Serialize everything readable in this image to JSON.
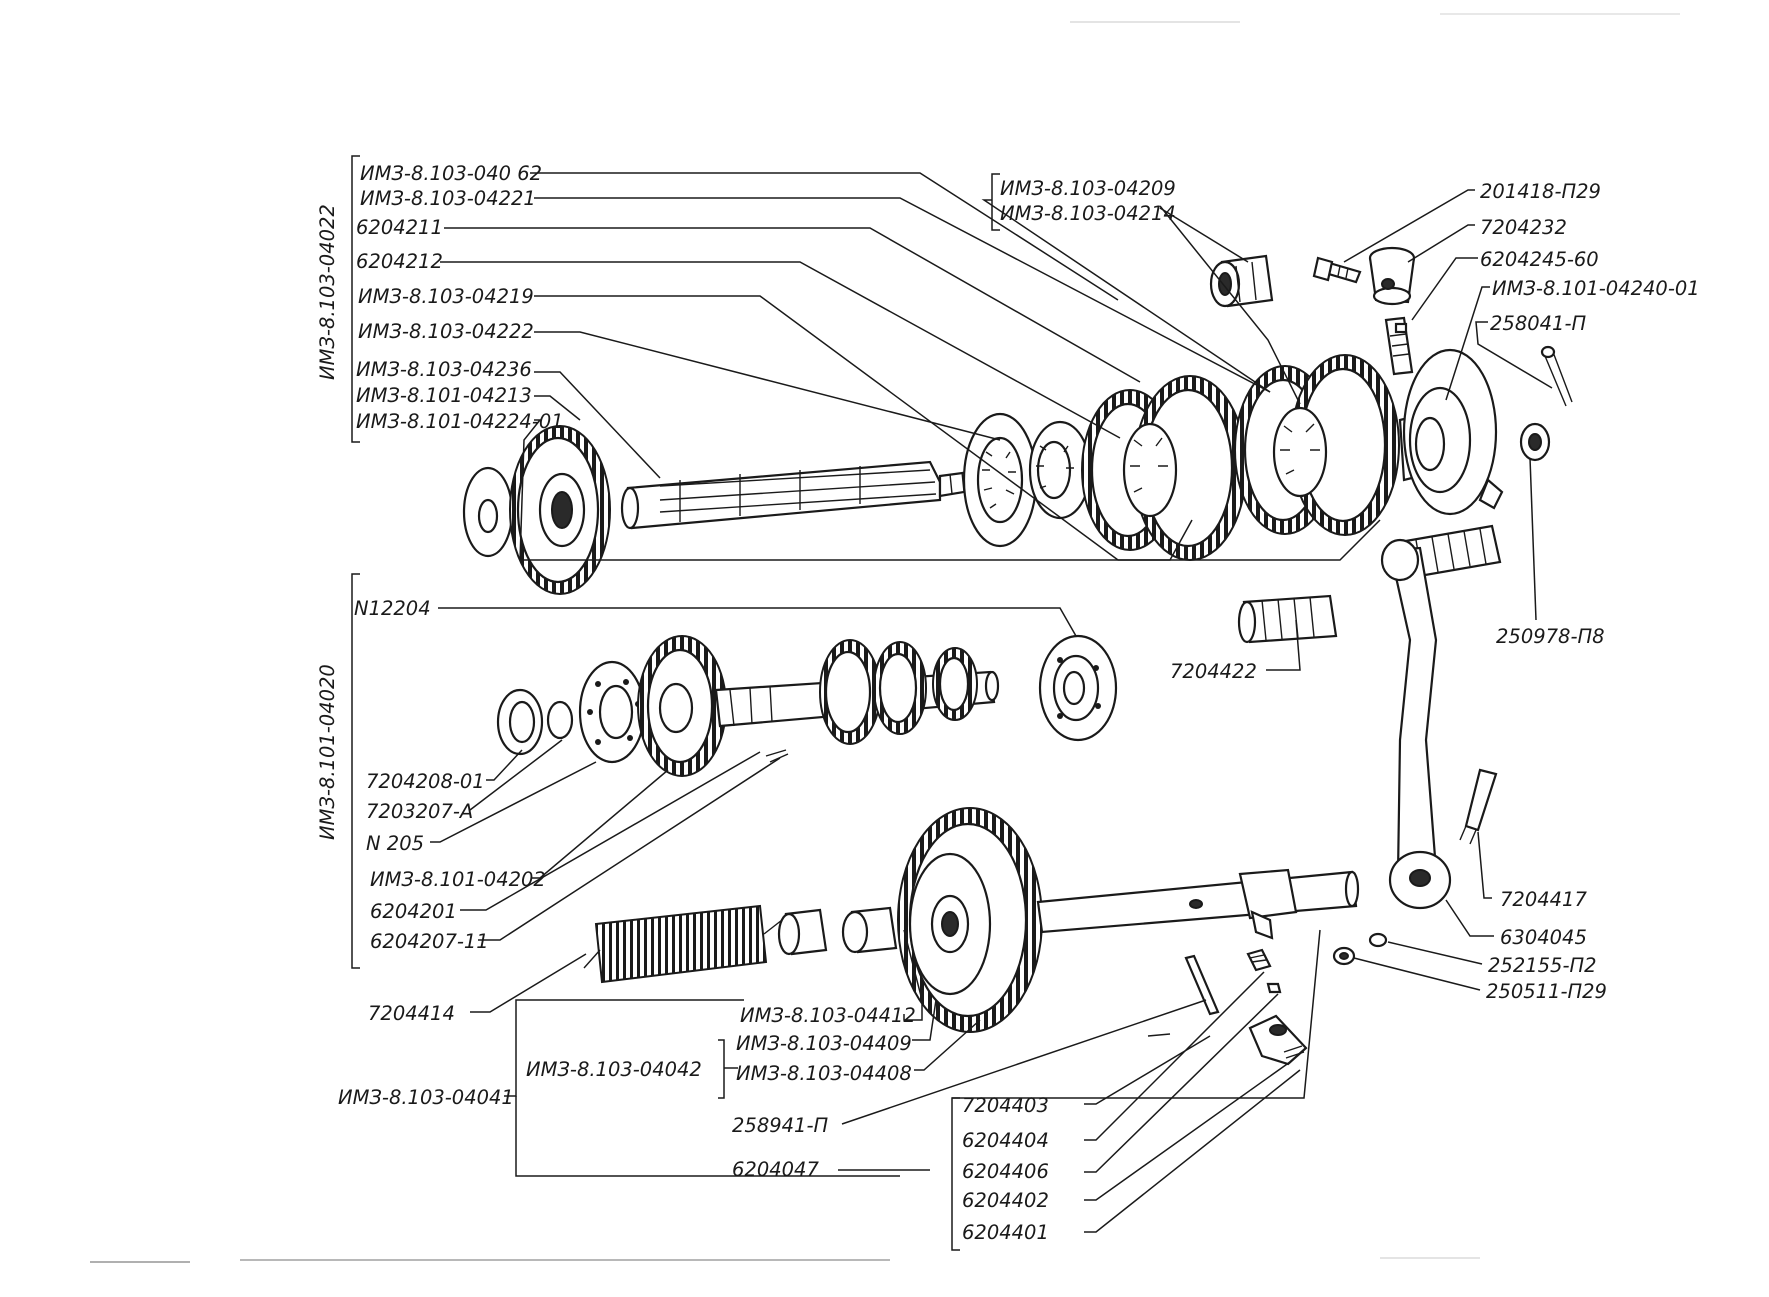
{
  "labels": {
    "izm_8_103_04062": "ИМЗ-8.103-040 62",
    "izm_8_103_04221": "ИМЗ-8.103-04221",
    "p_6204211": "6204211",
    "p_6204212": "6204212",
    "izm_8_103_04219": "ИМЗ-8.103-04219",
    "izm_8_103_04222": "ИМЗ-8.103-04222",
    "izm_8_103_04236": "ИМЗ-8.103-04236",
    "izm_8_101_04213": "ИМЗ-8.101-04213",
    "izm_8_101_04224_01": "ИМЗ-8.101-04224-01",
    "group_izm_8_103_04022": "ИМЗ-8.103-04022",
    "izm_8_103_04209": "ИМЗ-8.103-04209",
    "izm_8_103_04214": "ИМЗ-8.103-04214",
    "p_201418_p29": "201418-П29",
    "p_7204232": "7204232",
    "p_6204245_60": "6204245-60",
    "izm_8_101_04240_01": "ИМЗ-8.101-04240-01",
    "p_258041_p": "258041-П",
    "p_250978_p8": "250978-П8",
    "p_7204422": "7204422",
    "p_n12204": "N12204",
    "group_izm_8_101_04020": "ИМЗ-8.101-04020",
    "p_7204208_01": "7204208-01",
    "p_7203207_a": "7203207-А",
    "p_n205": "N 205",
    "izm_8_101_04202": "ИМЗ-8.101-04202",
    "p_6204201": "6204201",
    "p_6204207_11": "6204207-11",
    "p_7204417": "7204417",
    "p_6304045": "6304045",
    "p_252155_p2": "252155-П2",
    "p_250511_p29": "250511-П29",
    "p_7204414": "7204414",
    "izm_8_103_04412": "ИМЗ-8.103-04412",
    "izm_8_103_04409": "ИМЗ-8.103-04409",
    "izm_8_103_04408": "ИМЗ-8.103-04408",
    "group_izm_8_103_04042": "ИМЗ-8.103-04042",
    "group_izm_8_103_04041": "ИМЗ-8.103-04041",
    "p_258941_p": "258941-П",
    "p_6204047": "6204047",
    "p_7204403": "7204403",
    "p_6204404": "6204404",
    "p_6204406": "6204406",
    "p_6204402": "6204402",
    "p_6204401": "6204401"
  }
}
